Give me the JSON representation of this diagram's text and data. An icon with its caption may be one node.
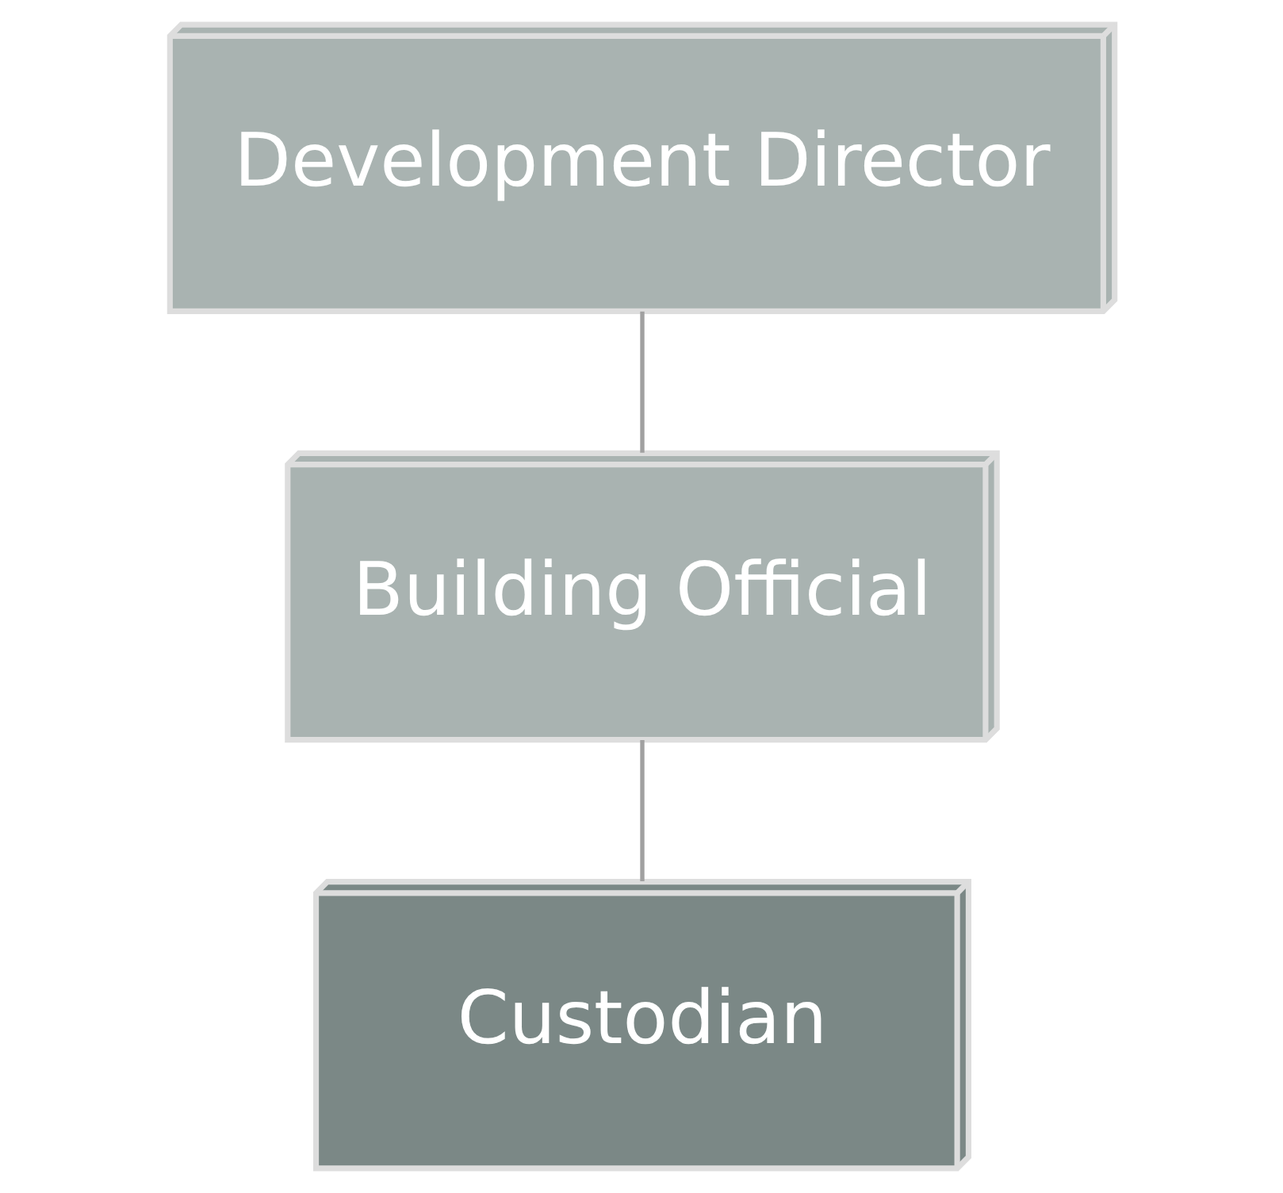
{
  "diagram": {
    "nodes": [
      {
        "text": [
          "Development Director"
        ]
      },
      {
        "text": [
          "Building Official"
        ]
      },
      {
        "text": [
          "Custodian"
        ]
      }
    ],
    "edges": [
      {
        "from": 0,
        "to": 1,
        "arrow": "none"
      },
      {
        "from": 1,
        "to": 2,
        "arrow": "none"
      }
    ]
  }
}
